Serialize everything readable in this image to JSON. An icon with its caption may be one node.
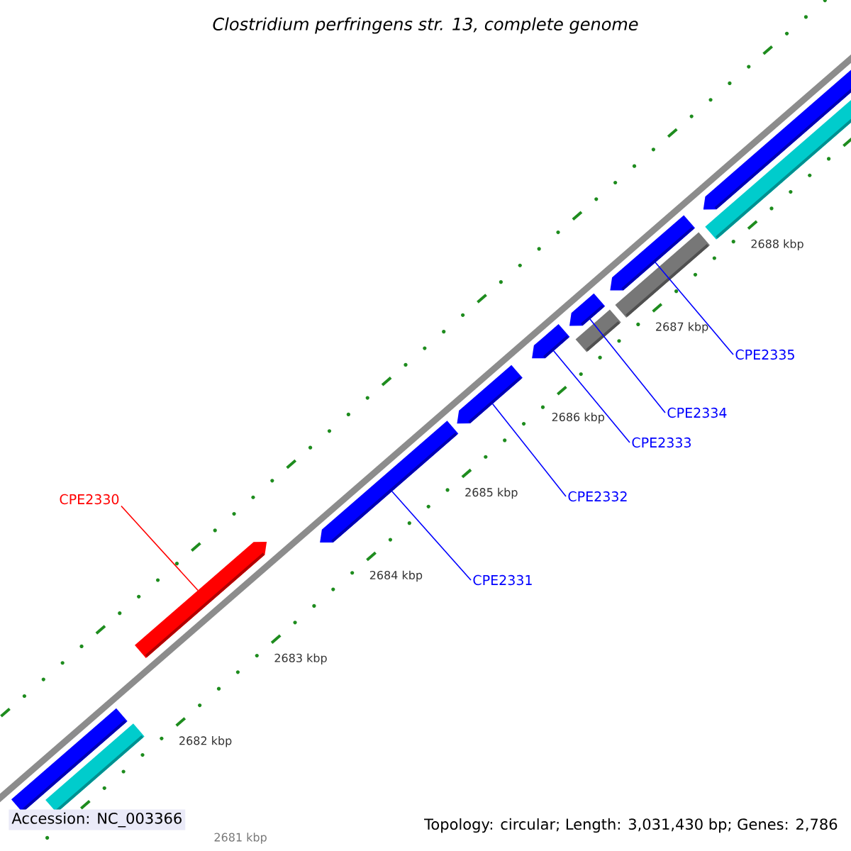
{
  "diagram": {
    "title": "Clostridium perfringens str. 13, complete genome",
    "nodes": [
      {
        "text": [
          "CPE2330"
        ]
      },
      {
        "text": [
          "CPE2331"
        ]
      },
      {
        "text": [
          "CPE2332"
        ]
      },
      {
        "text": [
          "CPE2333"
        ]
      },
      {
        "text": [
          "CPE2334"
        ]
      },
      {
        "text": [
          "CPE2335"
        ]
      },
      {
        "text": [],
        "shape": "bar"
      },
      {
        "text": [],
        "shape": "bar"
      },
      {
        "text": [],
        "shape": "bar"
      },
      {
        "text": [],
        "shape": "bar"
      },
      {
        "text": [],
        "shape": "bar"
      },
      {
        "text": [],
        "shape": "bar"
      },
      {
        "text": [],
        "shape": "bar"
      },
      {
        "text": [],
        "shape": "bar"
      },
      {
        "text": [],
        "shape": "bar"
      },
      {
        "text": [],
        "shape": "bar"
      },
      {
        "text": [],
        "shape": "bar"
      },
      {
        "text": [],
        "shape": "bar"
      }
    ],
    "edges": [
      {
        "from": 0,
        "to": 8,
        "arrow": "none",
        "color": "#ff0000"
      },
      {
        "from": 1,
        "to": 9,
        "arrow": "none"
      },
      {
        "from": 2,
        "to": 10,
        "arrow": "none"
      },
      {
        "from": 3,
        "to": 11,
        "arrow": "none"
      },
      {
        "from": 4,
        "to": 12,
        "arrow": "none"
      },
      {
        "from": 5,
        "to": 14,
        "arrow": "none"
      }
    ],
    "labels": [
      "2681 kbp",
      "2682 kbp",
      "2683 kbp",
      "2684 kbp",
      "2685 kbp",
      "2686 kbp",
      "2687 kbp",
      "2688 kbp",
      "Accession: NC_003366",
      "Topology: circular; Length: 3,031,430 bp; Genes: 2,786"
    ]
  }
}
